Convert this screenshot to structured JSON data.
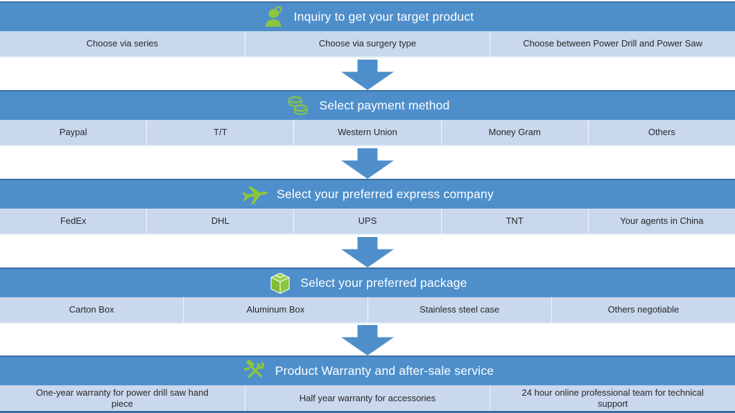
{
  "colors": {
    "header_bg": "#4E8FCB",
    "header_text": "#FFFFFF",
    "row_bg": "#C9D8EC",
    "row_text": "#26262B",
    "accent_green": "#8CC63E",
    "arrow": "#4E8FCB",
    "border_dark": "#3B6EA5"
  },
  "sections": [
    {
      "title": "Inquiry to get your target product",
      "icon": "support-agent-icon",
      "items": [
        "Choose via series",
        "Choose via surgery type",
        "Choose between Power Drill and Power Saw"
      ]
    },
    {
      "title": "Select payment method",
      "icon": "coins-icon",
      "items": [
        "Paypal",
        "T/T",
        "Western Union",
        "Money Gram",
        "Others"
      ]
    },
    {
      "title": "Select your preferred express company",
      "icon": "airplane-icon",
      "items": [
        "FedEx",
        "DHL",
        "UPS",
        "TNT",
        "Your agents in China"
      ]
    },
    {
      "title": "Select your preferred package",
      "icon": "package-icon",
      "items": [
        "Carton Box",
        "Aluminum Box",
        "Stainless steel case",
        "Others negotiable"
      ]
    },
    {
      "title": "Product Warranty and after-sale service",
      "icon": "tools-icon",
      "items": [
        "One-year warranty for power drill saw hand piece",
        "Half year warranty for accessories",
        "24 hour online professional team for technical support"
      ]
    }
  ]
}
